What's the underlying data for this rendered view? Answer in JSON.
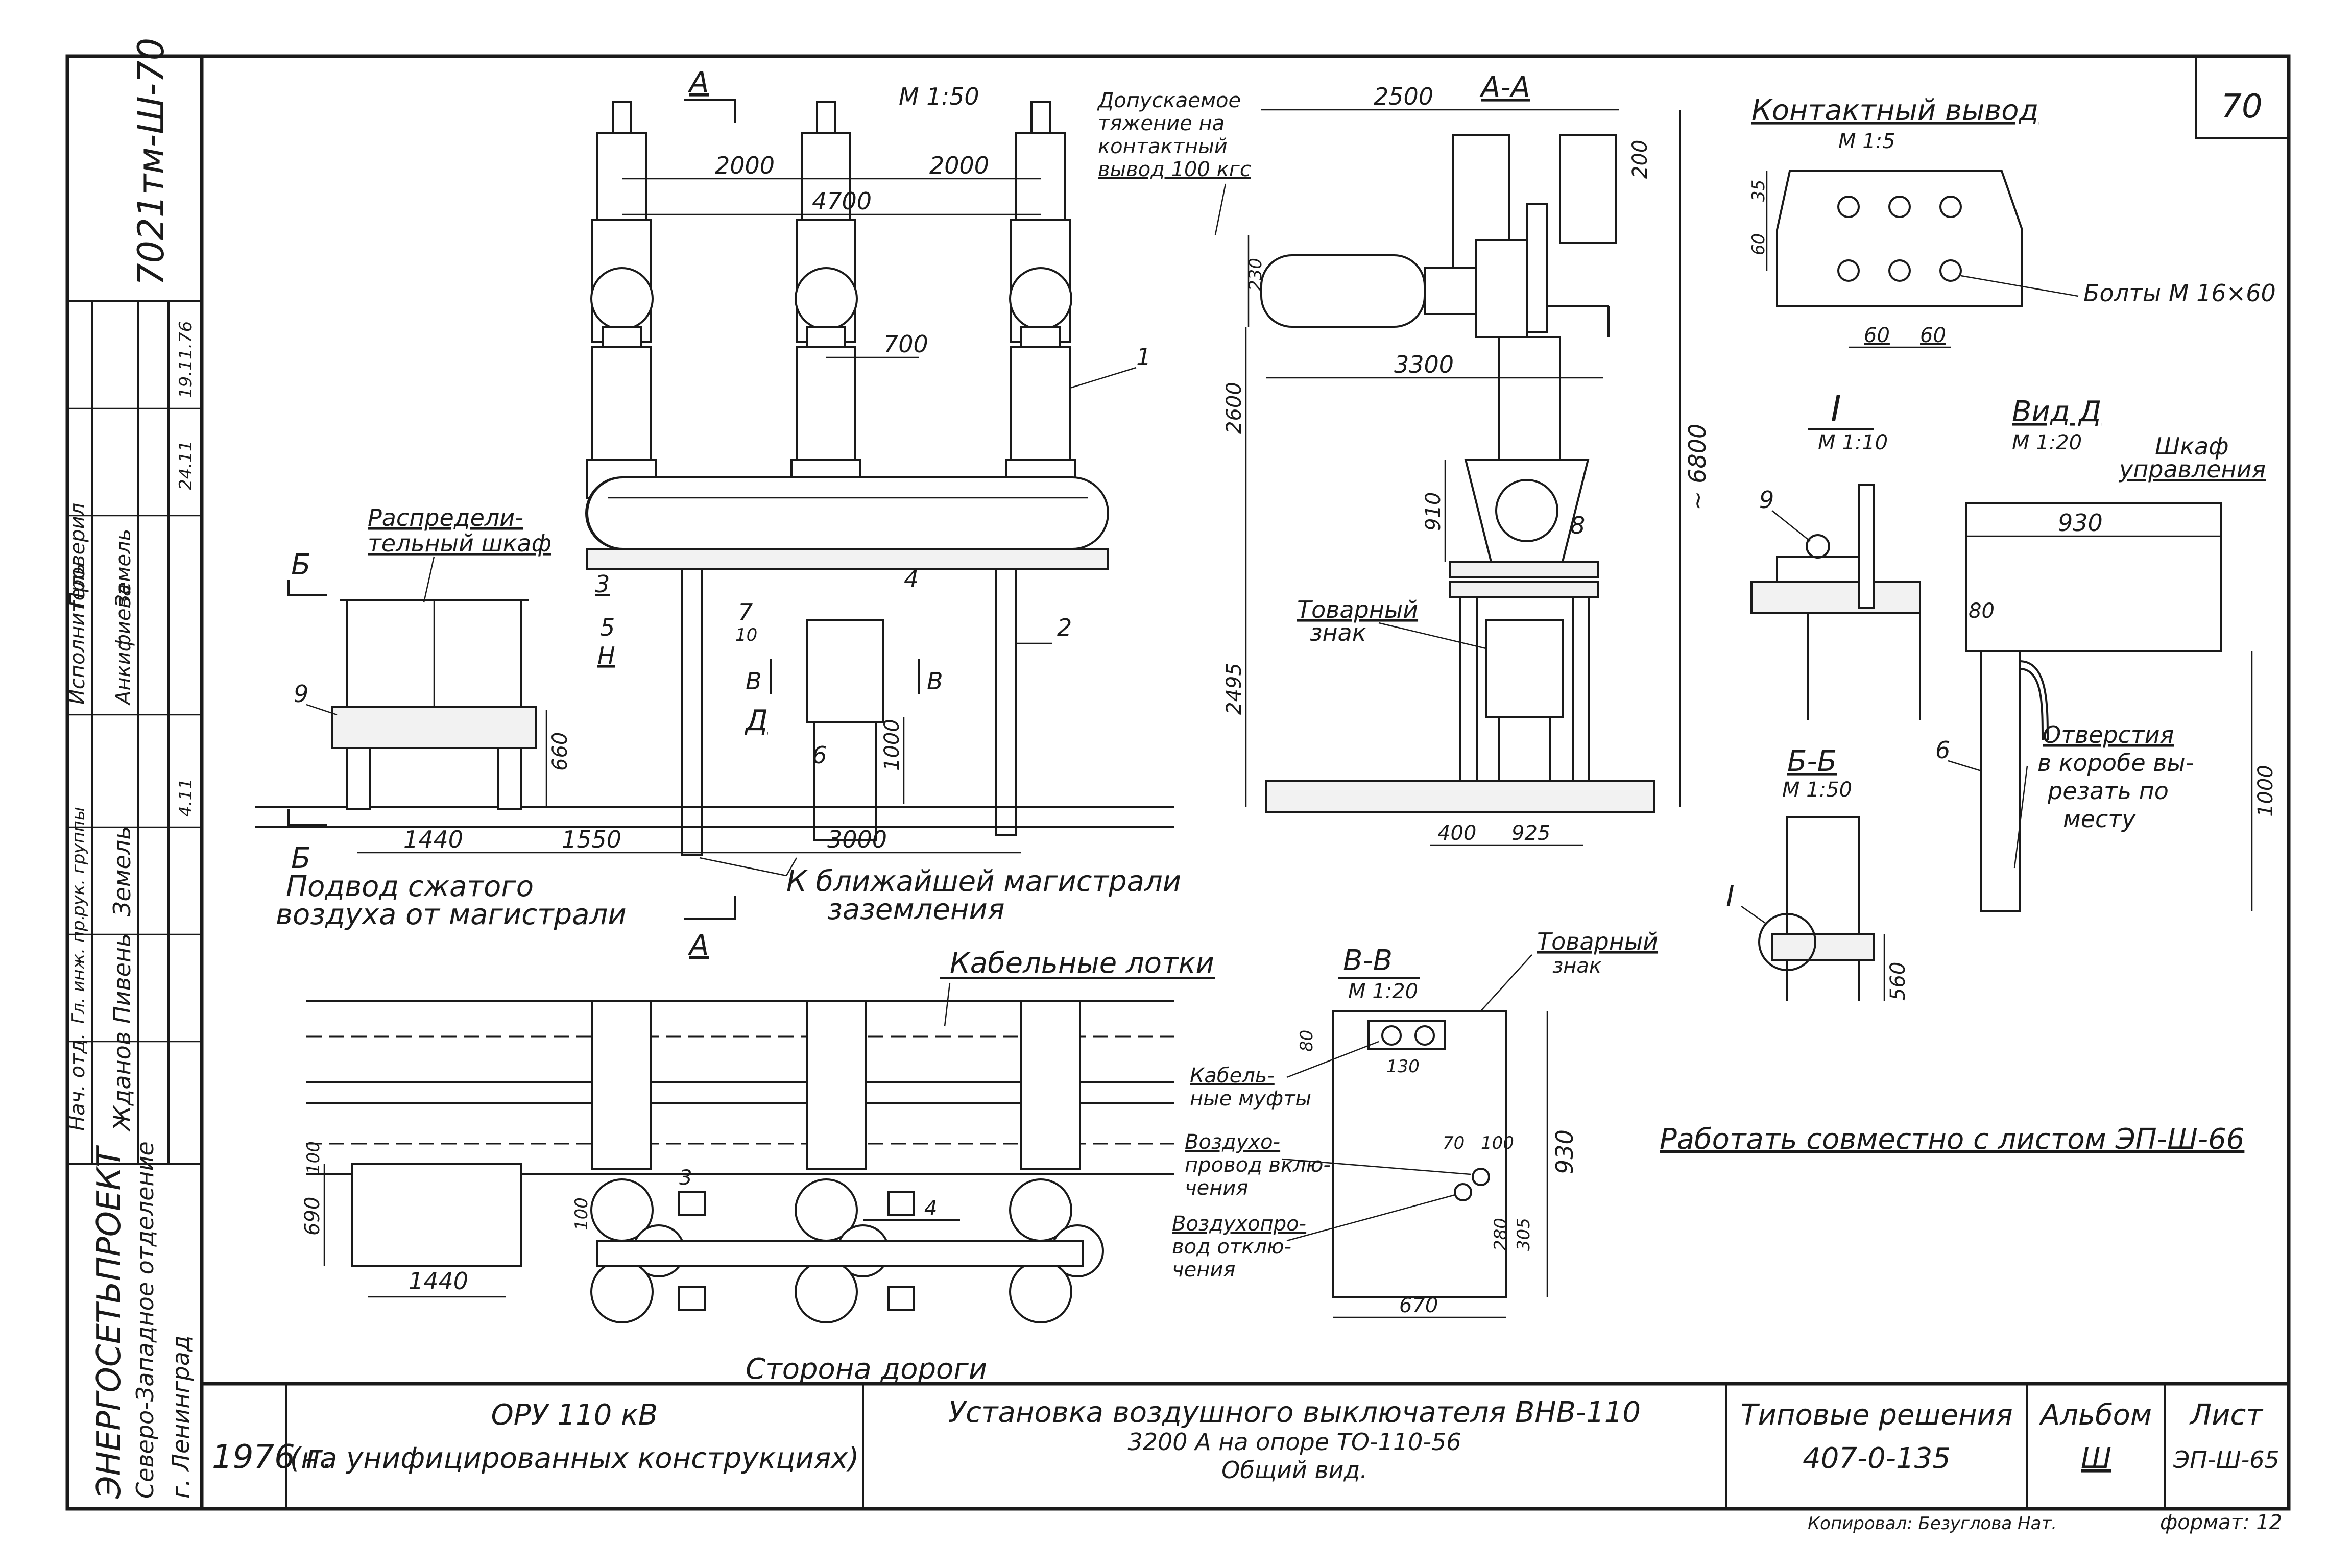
{
  "sheet_corner_number": "70",
  "side_stamp": {
    "designation": "7021тм-Ш-70",
    "org": "ЭНЕРГОСЕТЬПРОЕКТ",
    "dept": "Северо-Западное отделение",
    "city": "г. Ленинград",
    "rows": [
      {
        "role": "Нач. отд.",
        "name": "Жданов"
      },
      {
        "role": "Гл. инж. пр.",
        "name": "Пивень"
      },
      {
        "role": "рук. группы",
        "name": "Земель"
      },
      {
        "role": "Исполнитель",
        "name": "Анкифиева"
      },
      {
        "role": "Проверил",
        "name": "Земель"
      }
    ],
    "dates": [
      "19.11.76",
      "24.11",
      "4.11"
    ]
  },
  "front_view": {
    "section_mark": "А",
    "scale": "М 1:50",
    "load_note": [
      "Допускаемое",
      "тяжение на",
      "контактный",
      "вывод 100 кгс"
    ],
    "dims": {
      "d_2000_a": "2000",
      "d_2000_b": "2000",
      "d_4700": "4700",
      "d_700": "700",
      "d_660": "660",
      "d_1000": "1000",
      "d_1440": "1440",
      "d_1550": "1550",
      "d_3000": "3000"
    },
    "cabinet_label": [
      "Распредели-",
      "тельный шкаф"
    ],
    "section_b_mark": "Б",
    "section_v_mark": "В",
    "view_d_mark": "Д",
    "positions": [
      "1",
      "2",
      "3",
      "4",
      "5",
      "6",
      "7",
      "9"
    ],
    "pos_sub": {
      "h": "Н",
      "p10": "10"
    },
    "air_note": [
      "Подвод сжатого",
      "воздуха от магистрали"
    ],
    "ground_note": [
      "К ближайшей магистрали",
      "заземления"
    ]
  },
  "section_aa": {
    "title": "А-А",
    "dims": {
      "d_2500": "2500",
      "d_200": "200",
      "d_230": "230",
      "d_3300": "3300",
      "d_2600": "2600",
      "d_910": "910",
      "d_6800": "~ 6800",
      "d_2495": "2495",
      "d_400": "400",
      "d_925": "925"
    },
    "trademark": [
      "Товарный",
      "знак"
    ],
    "pos_8": "8"
  },
  "contact_terminal": {
    "title": "Контактный вывод",
    "scale": "М 1:5",
    "dims": {
      "d_35": "35",
      "d_60v": "60",
      "d_60a": "60",
      "d_60b": "60"
    },
    "bolts": "Болты М 16×60"
  },
  "detail_i": {
    "title": "I",
    "scale": "М 1:10",
    "pos_9": "9"
  },
  "view_d": {
    "title": "Вид Д",
    "scale": "М 1:20",
    "cabinet": [
      "Шкаф",
      "управления"
    ],
    "dims": {
      "d_930": "930",
      "d_80": "80",
      "d_1000": "1000"
    },
    "pos_6": "6",
    "holes_note": [
      "Отверстия",
      "в коробе вы-",
      "резать по",
      "месту"
    ]
  },
  "section_bb": {
    "title": "Б-Б",
    "scale": "М 1:50",
    "mark_i": "I",
    "d_560": "560"
  },
  "plan_view": {
    "cable_trays": "Кабельные лотки",
    "road_side": "Сторона дороги",
    "dims": {
      "d_690": "690",
      "d_100a": "100",
      "d_100b": "100",
      "d_1440": "1440"
    },
    "pos_3": "3",
    "pos_4": "4"
  },
  "section_vv": {
    "title": "В-В",
    "scale": "М 1:20",
    "trademark": [
      "Товарный",
      "знак"
    ],
    "cable_couplings": [
      "Кабель-",
      "ные муфты"
    ],
    "air_on": [
      "Воздухо-",
      "провод вклю-",
      "чения"
    ],
    "air_off": [
      "Воздухопро-",
      "вод отклю-",
      "чения"
    ],
    "dims": {
      "d_80": "80",
      "d_130": "130",
      "d_70": "70",
      "d_100": "100",
      "d_930": "930",
      "d_280": "280",
      "d_305": "305",
      "d_670": "670"
    }
  },
  "work_note": "Работать совместно с листом ЭП-Ш-66",
  "title_block": {
    "year": "1976 г.",
    "object_line1": "ОРУ 110 кВ",
    "object_line2": "(на унифицированных конструкциях)",
    "title_line1": "Установка воздушного выключателя ВНВ-110",
    "title_line2": "3200 А на опоре ТО-110-56",
    "title_line3": "Общий вид.",
    "typical_label": "Типовые решения",
    "typical_no": "407-0-135",
    "album_label": "Альбом",
    "album_no": "Ш",
    "sheet_label": "Лист",
    "sheet_no": "ЭП-Ш-65"
  },
  "footer": {
    "copied": "Копировал: Безуглова Нат.",
    "format": "формат: 12"
  }
}
